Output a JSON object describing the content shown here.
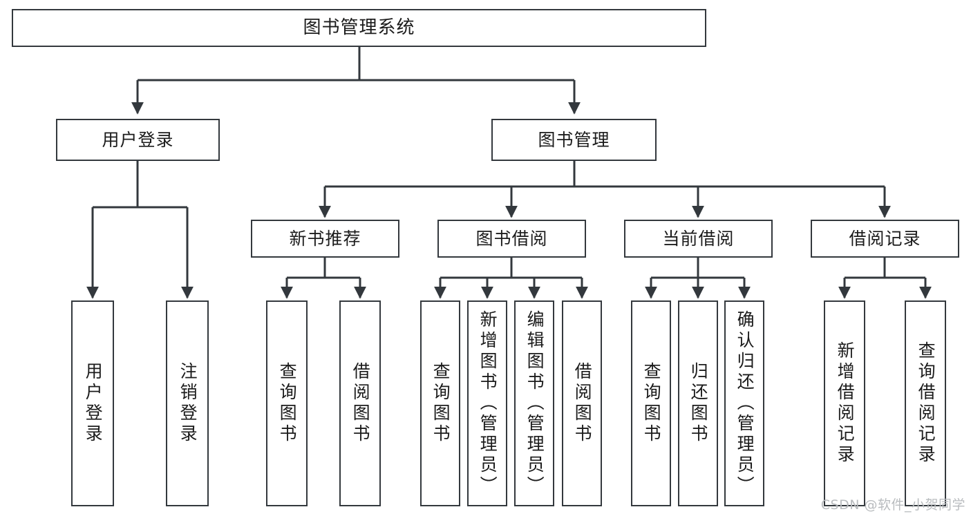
{
  "diagram": {
    "title": "图书管理系统",
    "type": "tree-hierarchy-diagram",
    "background_color": "#ffffff",
    "box_border_color": "#33383d",
    "connector_color": "#33383d",
    "text_color": "#1b1b1b"
  },
  "nodes": {
    "root": {
      "label": "图书管理系统",
      "level": 0
    },
    "level1": [
      {
        "id": "user-login",
        "label": "用户登录",
        "level": 1
      },
      {
        "id": "book-manage",
        "label": "图书管理",
        "level": 1
      }
    ],
    "level2": [
      {
        "id": "new-book-recommend",
        "label": "新书推荐",
        "level": 2,
        "parent": "book-manage"
      },
      {
        "id": "book-borrow",
        "label": "图书借阅",
        "level": 2,
        "parent": "book-manage"
      },
      {
        "id": "current-borrow",
        "label": "当前借阅",
        "level": 2,
        "parent": "book-manage"
      },
      {
        "id": "borrow-record",
        "label": "借阅记录",
        "level": 2,
        "parent": "book-manage"
      }
    ],
    "leaves": [
      {
        "id": "leaf-user-login",
        "label": "用户登录",
        "parent": "user-login"
      },
      {
        "id": "leaf-logout",
        "label": "注销登录",
        "parent": "user-login"
      },
      {
        "id": "leaf-query-book-1",
        "label": "查询图书",
        "parent": "new-book-recommend"
      },
      {
        "id": "leaf-borrow-book-1",
        "label": "借阅图书",
        "parent": "new-book-recommend"
      },
      {
        "id": "leaf-query-book-2",
        "label": "查询图书",
        "parent": "book-borrow"
      },
      {
        "id": "leaf-add-book",
        "label": "新增图书（管理员）",
        "parent": "book-borrow"
      },
      {
        "id": "leaf-edit-book",
        "label": "编辑图书（管理员）",
        "parent": "book-borrow"
      },
      {
        "id": "leaf-borrow-book-2",
        "label": "借阅图书",
        "parent": "book-borrow"
      },
      {
        "id": "leaf-query-book-3",
        "label": "查询图书",
        "parent": "current-borrow"
      },
      {
        "id": "leaf-return-book",
        "label": "归还图书",
        "parent": "current-borrow"
      },
      {
        "id": "leaf-confirm-return",
        "label": "确认归还（管理员）",
        "parent": "current-borrow"
      },
      {
        "id": "leaf-add-record",
        "label": "新增借阅记录",
        "parent": "borrow-record"
      },
      {
        "id": "leaf-query-record",
        "label": "查询借阅记录",
        "parent": "borrow-record"
      }
    ]
  },
  "watermark": {
    "text": "CSDN @软件_小贺同学"
  }
}
